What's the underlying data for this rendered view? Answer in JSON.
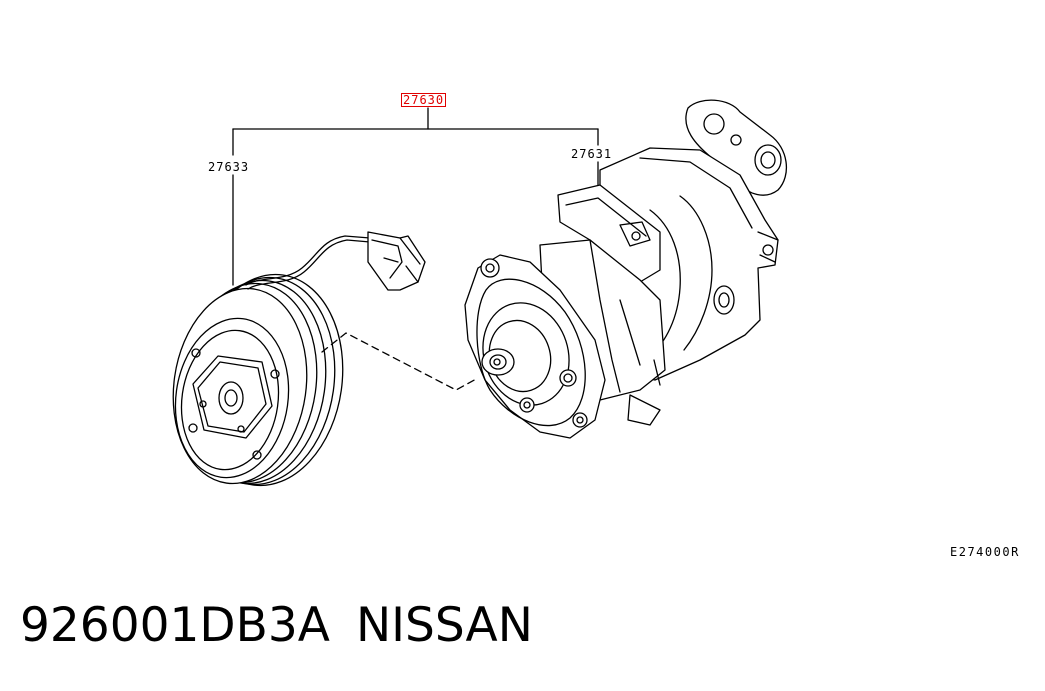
{
  "diagram": {
    "callouts": {
      "assembly": "27630",
      "clutch": "27633",
      "compressor": "27631"
    },
    "figure_code": "E274000R"
  },
  "caption": {
    "part_number": "926001DB3A",
    "brand": "NISSAN"
  },
  "colors": {
    "highlight": "#e00000",
    "line": "#000000",
    "background": "#ffffff"
  }
}
